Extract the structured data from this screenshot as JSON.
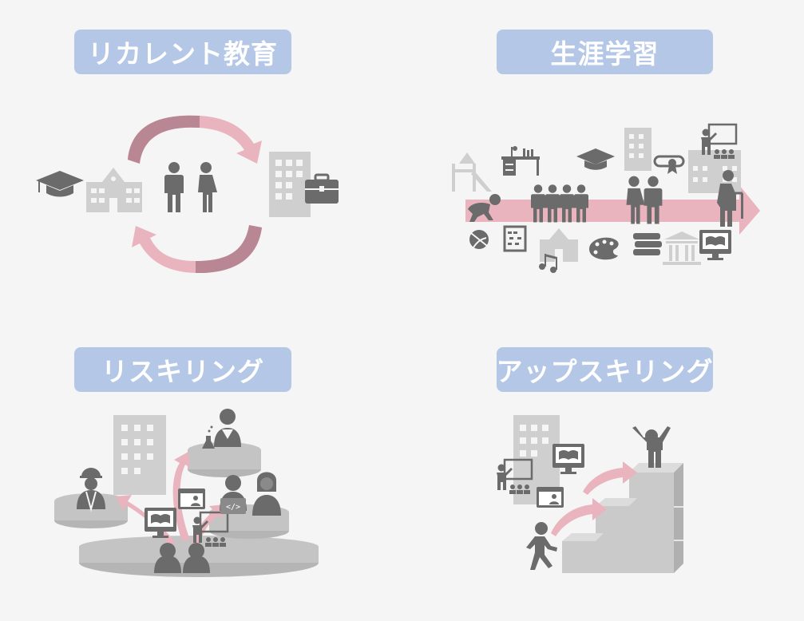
{
  "panels": {
    "recurrent": {
      "label": "リカレント教育"
    },
    "lifelong": {
      "label": "生涯学習"
    },
    "reskilling": {
      "label": "リスキリング"
    },
    "upskilling": {
      "label": "アップスキリング"
    }
  },
  "colors": {
    "label_bg": "#b4c7e7",
    "label_text": "#ffffff",
    "arrow_pink": "#eab4bf",
    "arrow_dark": "#b98693",
    "icon_dark": "#6b6b6b",
    "icon_light": "#cfcfcf",
    "background": "#f5f5f5"
  },
  "icons": {
    "recurrent": [
      "graduation-cap-icon",
      "school-icon",
      "man-icon",
      "woman-icon",
      "office-building-icon",
      "briefcase-icon"
    ],
    "lifelong": [
      "playground-slide-icon",
      "desk-icon",
      "graduation-cap-icon",
      "office-building-icon",
      "diploma-icon",
      "teacher-icon",
      "crawling-baby-icon",
      "children-group-icon",
      "couple-icon",
      "elderly-cane-icon",
      "ball-icon",
      "abacus-icon",
      "school-icon",
      "music-note-icon",
      "paint-palette-icon",
      "books-icon",
      "museum-icon",
      "e-learning-monitor-icon"
    ],
    "reskilling": [
      "office-building-icon",
      "scientist-icon",
      "construction-worker-icon",
      "e-learning-monitor-icon",
      "video-call-icon",
      "programmer-icon",
      "woman-icon",
      "teacher-icon",
      "learners-icon"
    ],
    "upskilling": [
      "office-building-icon",
      "teacher-icon",
      "e-learning-monitor-icon",
      "video-call-icon",
      "walking-person-icon",
      "celebrating-person-icon"
    ]
  }
}
